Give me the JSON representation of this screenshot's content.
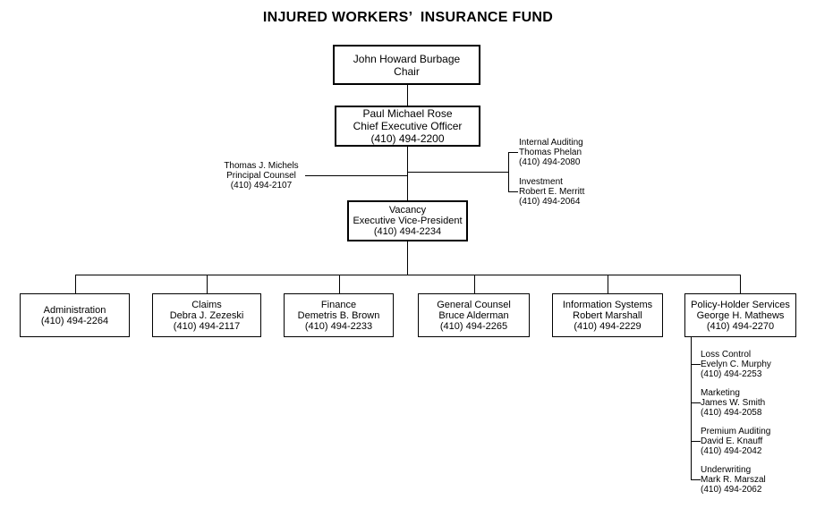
{
  "title": "INJURED WORKERS’  INSURANCE FUND",
  "colors": {
    "line": "#000000",
    "background": "#ffffff",
    "text": "#000000"
  },
  "nodes": {
    "chair": {
      "line1": "John Howard Burbage",
      "line2": "Chair"
    },
    "ceo": {
      "line1": "Paul Michael Rose",
      "line2": "Chief Executive Officer",
      "line3": "(410) 494-2200"
    },
    "principal_counsel": {
      "line1": "Thomas J. Michels",
      "line2": "Principal Counsel",
      "line3": "(410) 494-2107"
    },
    "internal_auditing": {
      "line1": "Internal Auditing",
      "line2": "Thomas Phelan",
      "line3": "(410) 494-2080"
    },
    "investment": {
      "line1": "Investment",
      "line2": "Robert E. Merritt",
      "line3": "(410) 494-2064"
    },
    "evp": {
      "line1": "Vacancy",
      "line2": "Executive Vice-President",
      "line3": "(410) 494-2234"
    },
    "administration": {
      "line1": "Administration",
      "line2": "(410) 494-2264"
    },
    "claims": {
      "line1": "Claims",
      "line2": "Debra J. Zezeski",
      "line3": "(410) 494-2117"
    },
    "finance": {
      "line1": "Finance",
      "line2": "Demetris B. Brown",
      "line3": "(410) 494-2233"
    },
    "general_counsel": {
      "line1": "General Counsel",
      "line2": "Bruce Alderman",
      "line3": "(410) 494-2265"
    },
    "information_systems": {
      "line1": "Information Systems",
      "line2": "Robert Marshall",
      "line3": "(410) 494-2229"
    },
    "policy_holder_services": {
      "line1": "Policy-Holder Services",
      "line2": "George H. Mathews",
      "line3": "(410) 494-2270"
    },
    "loss_control": {
      "line1": "Loss Control",
      "line2": "Evelyn C. Murphy",
      "line3": "(410) 494-2253"
    },
    "marketing": {
      "line1": "Marketing",
      "line2": "James W. Smith",
      "line3": "(410) 494-2058"
    },
    "premium_auditing": {
      "line1": "Premium Auditing",
      "line2": "David E. Knauff",
      "line3": "(410) 494-2042"
    },
    "underwriting": {
      "line1": "Underwriting",
      "line2": "Mark R. Marszal",
      "line3": "(410) 494-2062"
    }
  }
}
